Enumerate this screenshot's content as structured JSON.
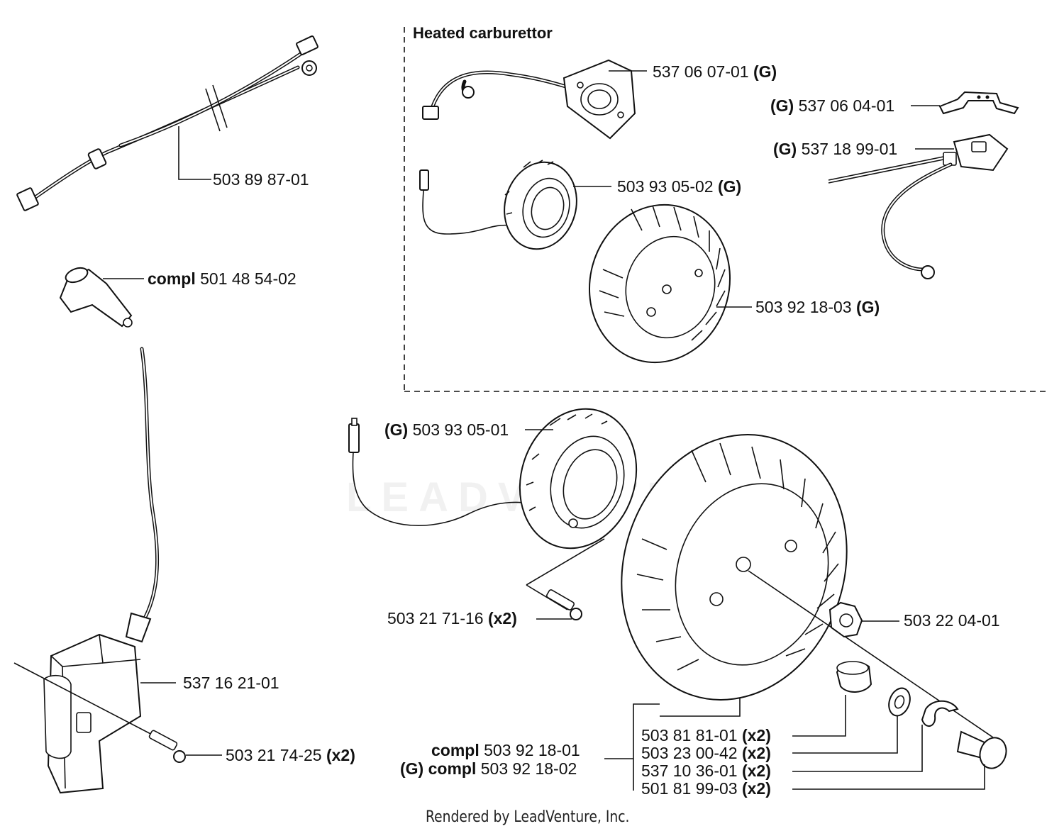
{
  "section_title": "Heated carburettor",
  "labels": {
    "l1": {
      "prefix": "",
      "part": "503 89 87-01",
      "suffix": ""
    },
    "l2": {
      "prefix": "compl",
      "part": "501 48 54-02",
      "suffix": ""
    },
    "l3": {
      "prefix": "",
      "part": "537 06 07-01",
      "suffix": "(G)"
    },
    "l4": {
      "prefix": "(G)",
      "part": "537 06 04-01",
      "suffix": ""
    },
    "l5": {
      "prefix": "(G)",
      "part": "537 18 99-01",
      "suffix": ""
    },
    "l6": {
      "prefix": "",
      "part": "503 93 05-02",
      "suffix": "(G)"
    },
    "l7": {
      "prefix": "",
      "part": "503 92 18-03",
      "suffix": "(G)"
    },
    "l8": {
      "prefix": "(G)",
      "part": "503 93 05-01",
      "suffix": ""
    },
    "l9": {
      "prefix": "",
      "part": "503 21 71-16",
      "suffix": "(x2)"
    },
    "l10": {
      "prefix": "",
      "part": "503 22 04-01",
      "suffix": ""
    },
    "l11": {
      "prefix": "",
      "part": "537 16 21-01",
      "suffix": ""
    },
    "l12": {
      "prefix": "",
      "part": "503 21 74-25",
      "suffix": "(x2)"
    },
    "l13": {
      "prefix": "",
      "part": "503 81 81-01",
      "suffix": "(x2)"
    },
    "l14": {
      "prefix": "",
      "part": "503 23 00-42",
      "suffix": "(x2)"
    },
    "l15": {
      "prefix": "",
      "part": "537 10 36-01",
      "suffix": "(x2)"
    },
    "l16": {
      "prefix": "",
      "part": "501 81 99-03",
      "suffix": "(x2)"
    },
    "l17": {
      "prefix": "compl",
      "part": "503 92 18-01",
      "suffix": ""
    },
    "l18": {
      "prefix": "(G) compl",
      "part": "503 92 18-02",
      "suffix": ""
    }
  },
  "watermark": "LEADVENTURE",
  "footer": "Rendered by LeadVenture, Inc."
}
